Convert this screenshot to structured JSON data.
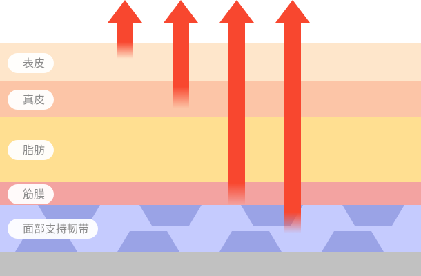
{
  "layers": [
    {
      "label": "表皮",
      "color": "#fee6cb"
    },
    {
      "label": "真皮",
      "color": "#fcc5a7"
    },
    {
      "label": "脂肪",
      "color": "#ffdf91"
    },
    {
      "label": "筋膜",
      "color": "#f3a3a1"
    },
    {
      "label": "面部支持韧带",
      "color": "#c5cbfe"
    },
    {
      "label": "",
      "color": "#c1c1c1"
    }
  ],
  "colors": {
    "arrow": "#f8472f",
    "hexagon": "#9aa3e6",
    "label_text": "#8a8a8a",
    "label_bg": "#ffffff"
  }
}
